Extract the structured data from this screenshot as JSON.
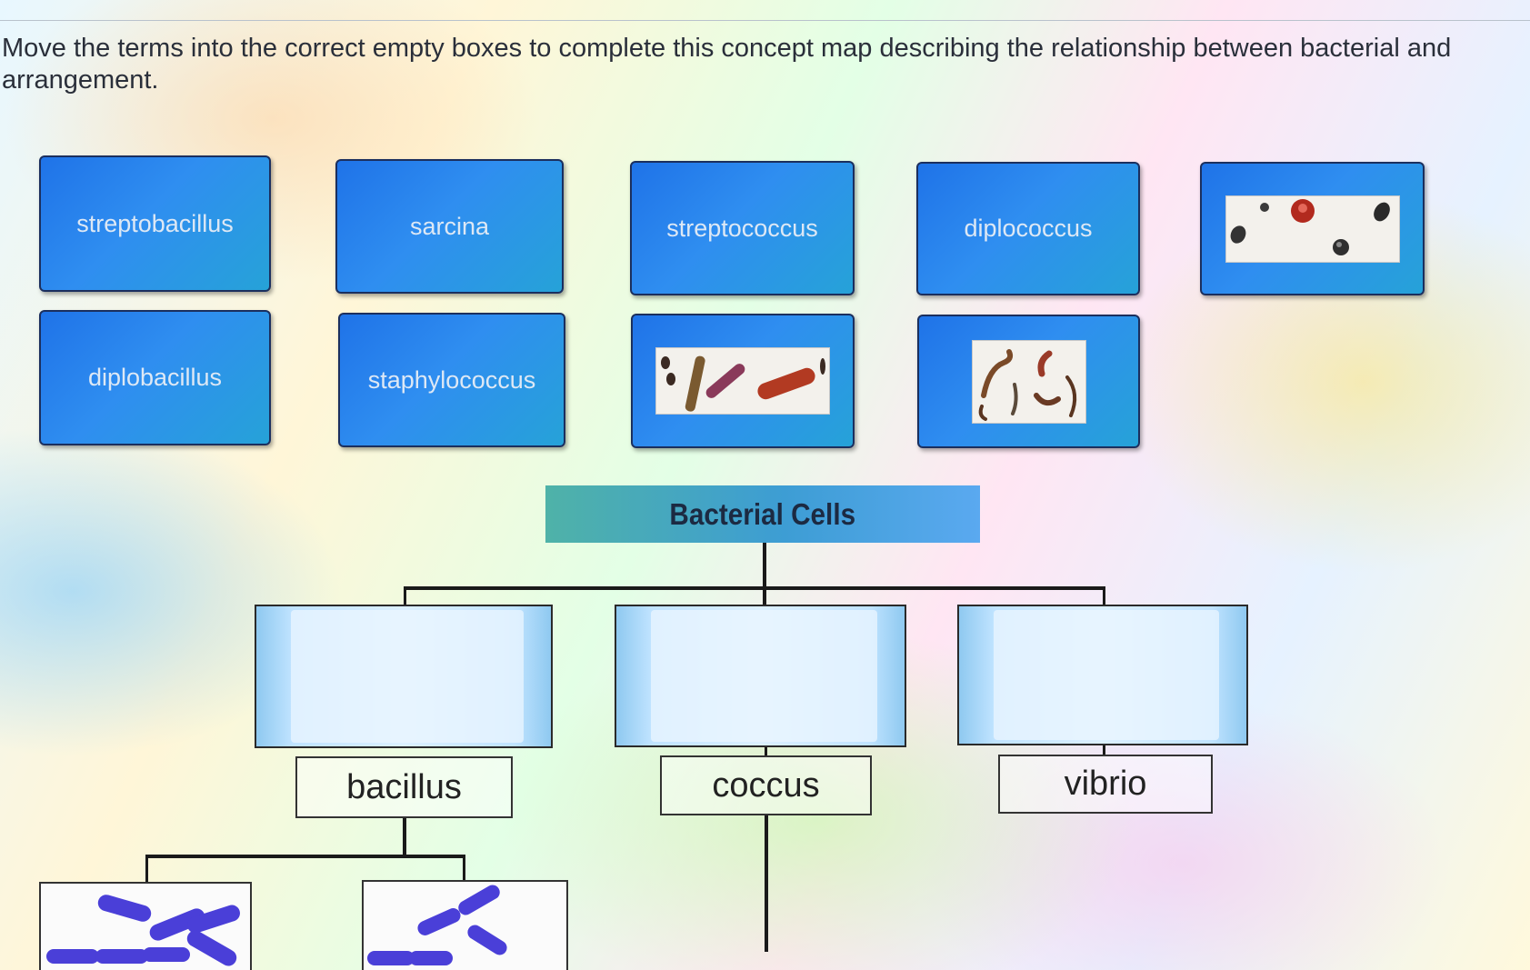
{
  "instructions": "Move the terms into the correct empty boxes to complete this concept map describing the relationship between bacterial and arrangement.",
  "terms": [
    {
      "label": "streptobacillus"
    },
    {
      "label": "sarcina"
    },
    {
      "label": "streptococcus"
    },
    {
      "label": "diplococcus"
    },
    {
      "label": "diplobacillus"
    },
    {
      "label": "staphylococcus"
    }
  ],
  "image_tiles": [
    {
      "icon": "scattered-cocci-image"
    },
    {
      "icon": "bacilli-image"
    },
    {
      "icon": "vibrio-image"
    }
  ],
  "concept_map": {
    "root": "Bacterial Cells",
    "shapes": [
      {
        "label": "bacillus"
      },
      {
        "label": "coccus"
      },
      {
        "label": "vibrio"
      }
    ]
  },
  "colors": {
    "tile_blue": "#1f73e8",
    "tile_border": "#1b2f5e",
    "root_teal": "#4fb2a8",
    "rod_purple": "#4a3fd8"
  }
}
